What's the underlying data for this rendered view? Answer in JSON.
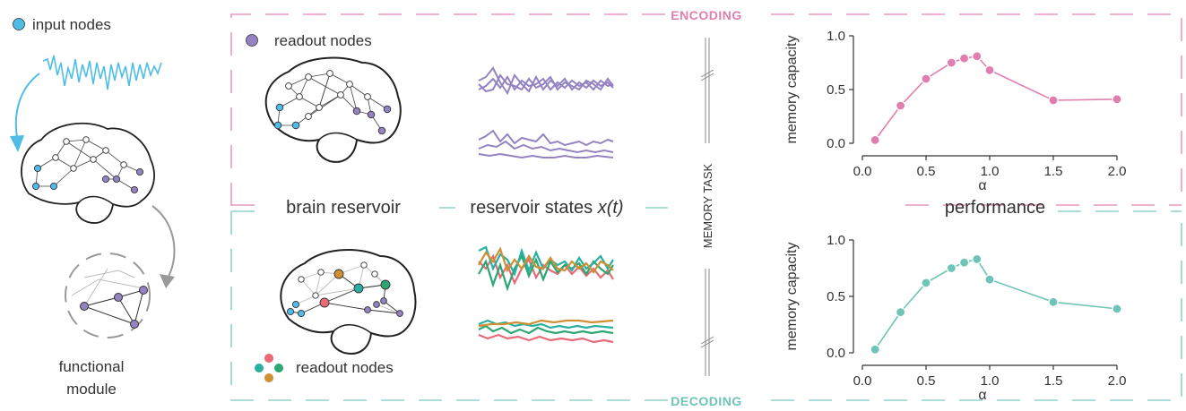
{
  "colors": {
    "input": "#4dbde8",
    "readout": "#9483c0",
    "encoding": "#e07fae",
    "decoding": "#6ec4b6",
    "encoding_band": "#e99ac0",
    "decoding_band": "#8ed3c8",
    "decode_trace_red": "#e96a76",
    "decode_trace_green": "#2ca672",
    "decode_trace_teal": "#2ab0a0",
    "decode_trace_orange": "#cf8f33",
    "gray": "#999999"
  },
  "labels": {
    "input_nodes": "input nodes",
    "readout_nodes_top": "readout nodes",
    "readout_nodes_bottom": "readout nodes",
    "functional_line1": "functional",
    "functional_line2": "module",
    "brain_reservoir": "brain reservoir",
    "reservoir_states_prefix": "reservoir states ",
    "reservoir_states_var": "x(t)",
    "performance": "performance",
    "memory_task": "MEMORY TASK",
    "encoding": "ENCODING",
    "decoding": "DECODING"
  },
  "chart_data": [
    {
      "type": "line",
      "panel": "encoding",
      "x": [
        0.1,
        0.3,
        0.5,
        0.7,
        0.8,
        0.9,
        1.0,
        1.5,
        2.0
      ],
      "y": [
        0.03,
        0.35,
        0.6,
        0.75,
        0.79,
        0.81,
        0.68,
        0.4,
        0.41
      ],
      "xlabel": "α",
      "ylabel": "memory capacity",
      "xlim": [
        0.0,
        2.0
      ],
      "ylim": [
        0.0,
        1.0
      ],
      "xticks": [
        "0.0",
        "0.5",
        "1.0",
        "1.5",
        "2.0"
      ],
      "yticks": [
        "0.0",
        "0.5",
        "1.0"
      ]
    },
    {
      "type": "line",
      "panel": "decoding",
      "x": [
        0.1,
        0.3,
        0.5,
        0.7,
        0.8,
        0.9,
        1.0,
        1.5,
        2.0
      ],
      "y": [
        0.03,
        0.36,
        0.62,
        0.75,
        0.8,
        0.83,
        0.65,
        0.45,
        0.39
      ],
      "xlabel": "α",
      "ylabel": "memory capacity",
      "xlim": [
        0.0,
        2.0
      ],
      "ylim": [
        0.0,
        1.0
      ],
      "xticks": [
        "0.0",
        "0.5",
        "1.0",
        "1.5",
        "2.0"
      ],
      "yticks": [
        "0.0",
        "0.5",
        "1.0"
      ]
    }
  ]
}
